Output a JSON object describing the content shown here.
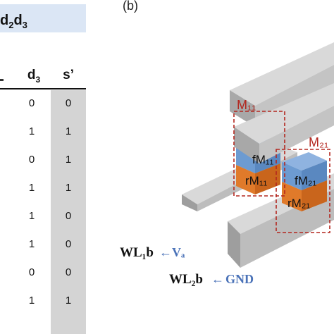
{
  "table": {
    "header_expression": "d₂d₃",
    "columns": [
      "d₃",
      "s’"
    ],
    "partial_column_hint": "",
    "rows": [
      {
        "d3": "0",
        "s": "0"
      },
      {
        "d3": "1",
        "s": "1"
      },
      {
        "d3": "0",
        "s": "1"
      },
      {
        "d3": "1",
        "s": "1"
      },
      {
        "d3": "1",
        "s": "0"
      },
      {
        "d3": "1",
        "s": "0"
      },
      {
        "d3": "0",
        "s": "0"
      },
      {
        "d3": "1",
        "s": "1"
      }
    ]
  },
  "diagram": {
    "panel_label": "(b)",
    "cell_labels": {
      "m11": "M₁₁",
      "m21": "M₂₁",
      "fm11": "fM₁₁",
      "rm11": "rM₁₁",
      "fm21": "fM₂₁",
      "rm21": "rM₂₁"
    },
    "wordlines": {
      "wl1b": "WL₁b",
      "wl1b_arrow": "←",
      "wl1b_value": "Vₐ",
      "wl2b": "WL₂b",
      "wl2b_arrow": "←",
      "wl2b_value": "GND"
    },
    "colors": {
      "bar_top": "#d9d9d9",
      "bar_side": "#a8a8a8",
      "free_layer": "#6d9bd1",
      "ref_layer": "#e07a2a",
      "outline_red": "#b3261e",
      "label_blue": "#4a72b8"
    }
  }
}
